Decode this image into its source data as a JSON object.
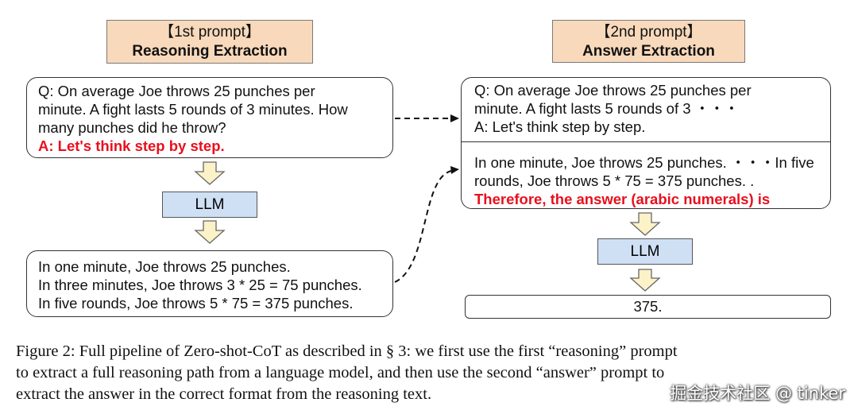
{
  "prompt1": {
    "title_line1": "【1st prompt】",
    "title_line2": "Reasoning Extraction",
    "question_lines": [
      "Q: On average Joe throws 25 punches per",
      "minute.  A fight lasts 5 rounds of 3 minutes.  How",
      "many punches did he throw?"
    ],
    "trigger": "A: Let's think step by step.",
    "llm_label": "LLM",
    "output_lines": [
      "In one minute, Joe throws 25 punches.",
      "In three minutes, Joe throws 3 * 25 = 75 punches.",
      "In five rounds, Joe throws 5 * 75 = 375 punches."
    ]
  },
  "prompt2": {
    "title_line1": "【2nd prompt】",
    "title_line2": "Answer Extraction",
    "question_lines": [
      "Q: On average Joe throws 25 punches per",
      "minute.  A fight lasts 5 rounds of 3 ・・・",
      "A: Let's think step by step."
    ],
    "reasoning_lines": [
      "In one minute, Joe throws 25 punches. ・・・In five",
      "rounds, Joe throws 5 * 75 = 375 punches. ."
    ],
    "trigger": "Therefore, the answer (arabic numerals) is",
    "llm_label": "LLM",
    "answer": "375."
  },
  "caption_lines": [
    "Figure 2: Full pipeline of Zero-shot-CoT as described in § 3: we first use the first “reasoning” prompt",
    "to extract a full reasoning path from a language model, and then use the second “answer” prompt to",
    "extract the answer in the correct format from the reasoning text."
  ],
  "watermark": "掘金技术社区 @ tinker",
  "colors": {
    "title_fill": "#f8d9bb",
    "llm_fill": "#cfe0f5",
    "arrow_fill": "#fbf2c8",
    "highlight_red": "#e8101e"
  }
}
